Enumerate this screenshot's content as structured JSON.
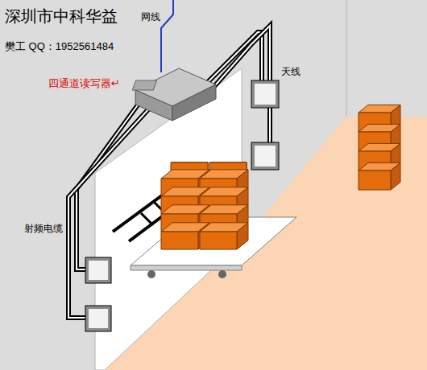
{
  "diagram": {
    "title": "深圳市中科华益",
    "labels": [
      "樊工 QQ：1952561484",
      "四通道读写器↵",
      "网线",
      "天线",
      "射频电缆"
    ]
  }
}
